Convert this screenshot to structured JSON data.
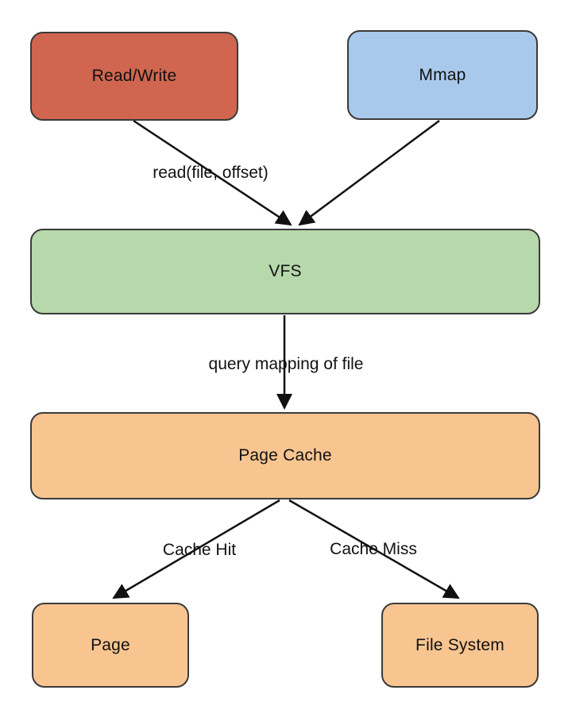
{
  "diagram": {
    "nodes": {
      "read_write": {
        "label": "Read/Write",
        "fill": "#d0664f"
      },
      "mmap": {
        "label": "Mmap",
        "fill": "#a9c9ec"
      },
      "vfs": {
        "label": "VFS",
        "fill": "#b7d8aa"
      },
      "page_cache": {
        "label": "Page Cache",
        "fill": "#f8c591"
      },
      "page": {
        "label": "Page",
        "fill": "#f8c591"
      },
      "file_system": {
        "label": "File System",
        "fill": "#f8c591"
      }
    },
    "edges": {
      "read_to_vfs": {
        "label": "read(file, offset)"
      },
      "vfs_to_cache": {
        "label": "query mapping of file"
      },
      "cache_to_page": {
        "label": "Cache Hit"
      },
      "cache_to_fs": {
        "label": "Cache Miss"
      }
    },
    "colors": {
      "border": "#3a3a3a",
      "arrow": "#111111",
      "background": "#ffffff"
    }
  }
}
